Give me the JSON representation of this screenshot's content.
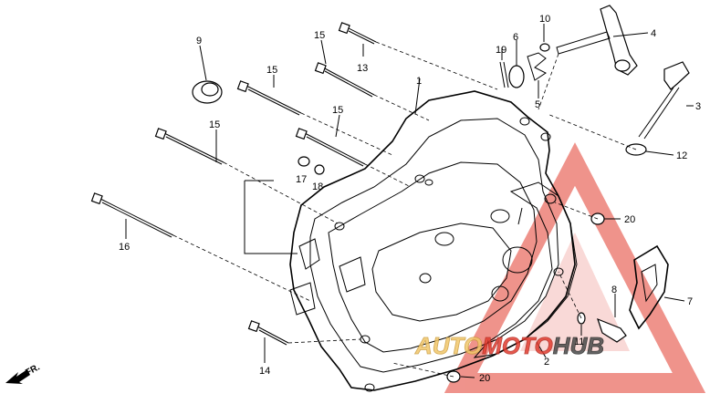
{
  "diagram": {
    "callouts": [
      {
        "id": "c1",
        "label": "1"
      },
      {
        "id": "c2",
        "label": "2"
      },
      {
        "id": "c3",
        "label": "3"
      },
      {
        "id": "c4",
        "label": "4"
      },
      {
        "id": "c5",
        "label": "5"
      },
      {
        "id": "c6",
        "label": "6"
      },
      {
        "id": "c7",
        "label": "7"
      },
      {
        "id": "c8",
        "label": "8"
      },
      {
        "id": "c9",
        "label": "9"
      },
      {
        "id": "c10",
        "label": "10"
      },
      {
        "id": "c11",
        "label": "11"
      },
      {
        "id": "c12",
        "label": "12"
      },
      {
        "id": "c13",
        "label": "13"
      },
      {
        "id": "c14",
        "label": "14"
      },
      {
        "id": "c15a",
        "label": "15"
      },
      {
        "id": "c15b",
        "label": "15"
      },
      {
        "id": "c15c",
        "label": "15"
      },
      {
        "id": "c15d",
        "label": "15"
      },
      {
        "id": "c16",
        "label": "16"
      },
      {
        "id": "c17",
        "label": "17"
      },
      {
        "id": "c18",
        "label": "18"
      },
      {
        "id": "c19",
        "label": "19"
      },
      {
        "id": "c20a",
        "label": "20"
      },
      {
        "id": "c20b",
        "label": "20"
      }
    ],
    "direction_marker": "FR.",
    "colors": {
      "line": "#000000",
      "watermark": "#e23b2e",
      "background": "#ffffff"
    }
  },
  "watermark": {
    "part1": "AUTO",
    "part2": "MOTO",
    "part3": "HUB"
  }
}
